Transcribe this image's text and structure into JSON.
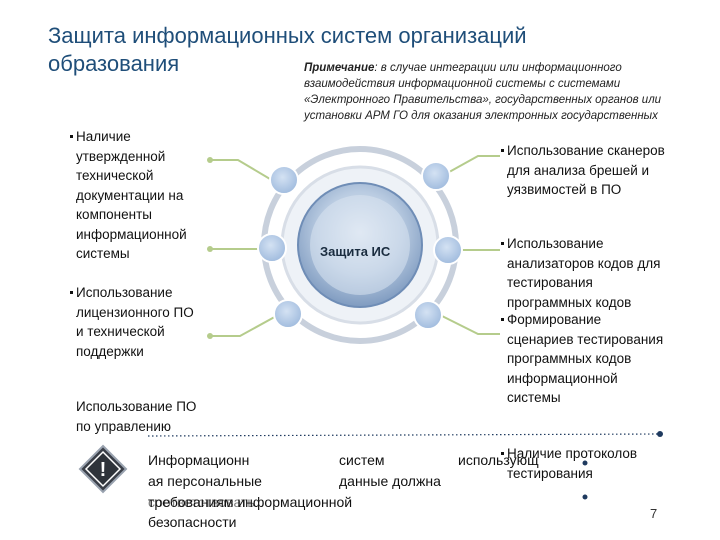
{
  "title": "Защита информационных систем организаций образования",
  "note": {
    "label": "Примечание",
    "text": ": в случае интеграции или информационного взаимодействия информационной системы с системами «Электронного Правительства», государственных органов или установки АРМ ГО для оказания электронных государственных"
  },
  "center": {
    "label": "Защита ИС"
  },
  "left_items": [
    "Наличие утвержденной технической документации на компоненты информационной системы",
    "Использование лицензионного ПО и технической поддержки",
    "Использование ПО по управлению уязвимостями"
  ],
  "right_items": [
    "Использование сканеров для анализа брешей и уязвимостей в ПО",
    "Использование анализаторов кодов для тестирования программных кодов",
    "Формирование сценариев тестирования программных кодов информационной системы",
    "Наличие протоколов тестирования"
  ],
  "footer": {
    "icon": "exclamation-icon",
    "word1": "Информационн",
    "word2": "систем",
    "word3": "использующ",
    "line2a": "ая персональные",
    "line2b": "данные должна",
    "line3": "соответствовать",
    "line3b": "требованиям информационной",
    "line4": "безопасности"
  },
  "page_number": "7",
  "colors": {
    "title": "#1f4e79",
    "node": "#a9c4e4",
    "ring": "#c8d0dc",
    "core": "#8aa6c8",
    "connector": "#b5cc8c",
    "dotline": "#1f3a5f"
  }
}
